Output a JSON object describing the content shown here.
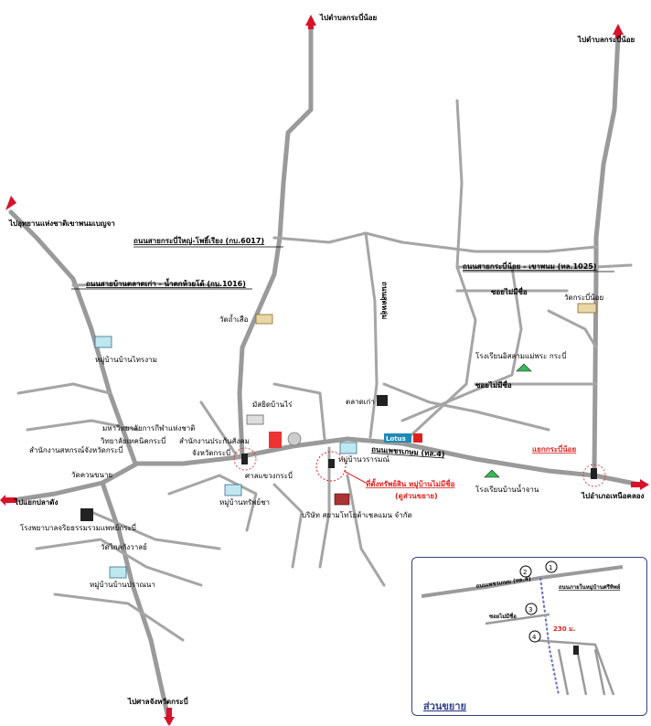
{
  "directions": {
    "north_center": "ไปตำบลกระบี่น้อย",
    "north_right": "ไปตำบลกระบี่น้อย",
    "northwest": "ไปอุทยานแห่งชาติเขาพนมเบญจา",
    "west": "ไปแยกปลาดัง",
    "east": "ไปอำเภอเหนือคลอง",
    "south": "ไปศาลจังหวัดกระบี่"
  },
  "roads": {
    "road_6017": "ถนนสายกระบี่ใหญ่-โพธิ์เรียง (กบ.6017)",
    "road_1016": "ถนนสายบ้านตลาดเก่า - น้ำตกห้วยโต้ (กบ.1016)",
    "road_1025": "ถนนสายกระบี่น้อย - เขาพนม (ทล.1025)",
    "phetkasem": "ถนนเพชรเกษม (ทล.4)",
    "unnamed_1": "ซอยไม่มีชื่อ",
    "unnamed_2": "ซอยไม่มีชื่อ",
    "vertical_road": "ถนนสุดหลุ่ม"
  },
  "places": {
    "wat_tham_suea": "วัดถ้ำเสือ",
    "moo_ban_thai_rom": "หมู่บ้านบ้านไทรงาม",
    "masjid": "มัสยิดบ้านไร่",
    "talat_kao": "ตลาดเก่า",
    "wat_krabi_noi": "วัดกระบี่น้อย",
    "school_anuban": "โรงเรียนอิสลามแม่พระ กระบี่",
    "univ": "มหาวิทยาลัยการกีฬาแห่งชาติ",
    "tech_college": "วิทยาลัยเทคนิคกระบี่",
    "social_security": "สำนักงานประกันสังคม",
    "province": "จังหวัดกระบี่",
    "coop": "สำนักงานสหกรณ์จังหวัดกระบี่",
    "wat_khuan": "วัดควนขนาย",
    "hospital": "โรงพยาบาลจริยธรรมรวมแพทย์กระบี่",
    "wat_kaew": "วัดไกลกังวาลย์",
    "moo_ban_pradit": "หมู่บ้านบ้านปราณนา",
    "sala": "ศาลแขวงกระบี่",
    "moo_ban_chai": "หมู่บ้านทรัพย์ชา",
    "moo_ban_warom": "หมู่บ้านวรารมณ์",
    "company": "บริษัท สยามโทโยต้าเชลแมน จำกัด",
    "school_nam_chan": "โรงเรียนบ้านน้ำจาน",
    "lotus": "Lotus",
    "kok_krabi_noi": "แยกกระบี่น้อย"
  },
  "target": {
    "title": "ที่ตั้งทรัพย์สิน หมู่บ้านไม่มีชื่อ",
    "sub": "(ดูส่วนขยาย)"
  },
  "inset": {
    "title": "ส่วนขยาย",
    "phetkasem": "ถนนเพชรเกษม (ทล.4)",
    "village_road": "ถนนภายในหมู่บ้านศรีทิพย์",
    "soi": "ซอยไม่มีชื่อ",
    "distance": "230 ม.",
    "markers": [
      "1",
      "2",
      "3",
      "4"
    ]
  },
  "colors": {
    "road": "#9a9a9a",
    "accent_red": "#e0201c",
    "inset_border": "#33408a"
  }
}
